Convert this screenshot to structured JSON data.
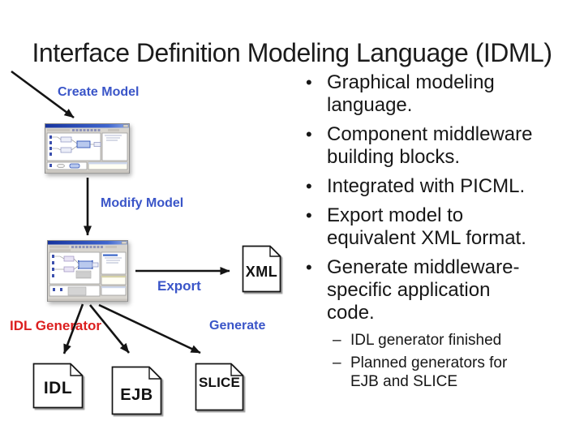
{
  "slide": {
    "title": "Interface Definition Modeling Language (IDML)"
  },
  "bullets": {
    "marker": "•",
    "sub_marker": "–",
    "items": [
      "Graphical modeling language.",
      "Component middleware building blocks.",
      "Integrated with PICML.",
      "Export model to equivalent XML format.",
      "Generate middleware-specific application code."
    ],
    "sub_items": [
      "IDL generator finished",
      "Planned generators for EJB and SLICE"
    ]
  },
  "diagram": {
    "labels": {
      "create_model": "Create Model",
      "modify_model": "Modify Model",
      "export": "Export",
      "generate": "Generate",
      "idl_generator": "IDL Generator"
    },
    "documents": {
      "xml": "XML",
      "idl": "IDL",
      "ejb": "EJB",
      "slice": "SLICE"
    }
  },
  "colors": {
    "flow_label_blue": "#3a55c8",
    "flow_label_red": "#dc1f1f",
    "body_text": "#171717",
    "arrow": "#141414",
    "screenshot_titlebar": "#2a4bd7"
  }
}
